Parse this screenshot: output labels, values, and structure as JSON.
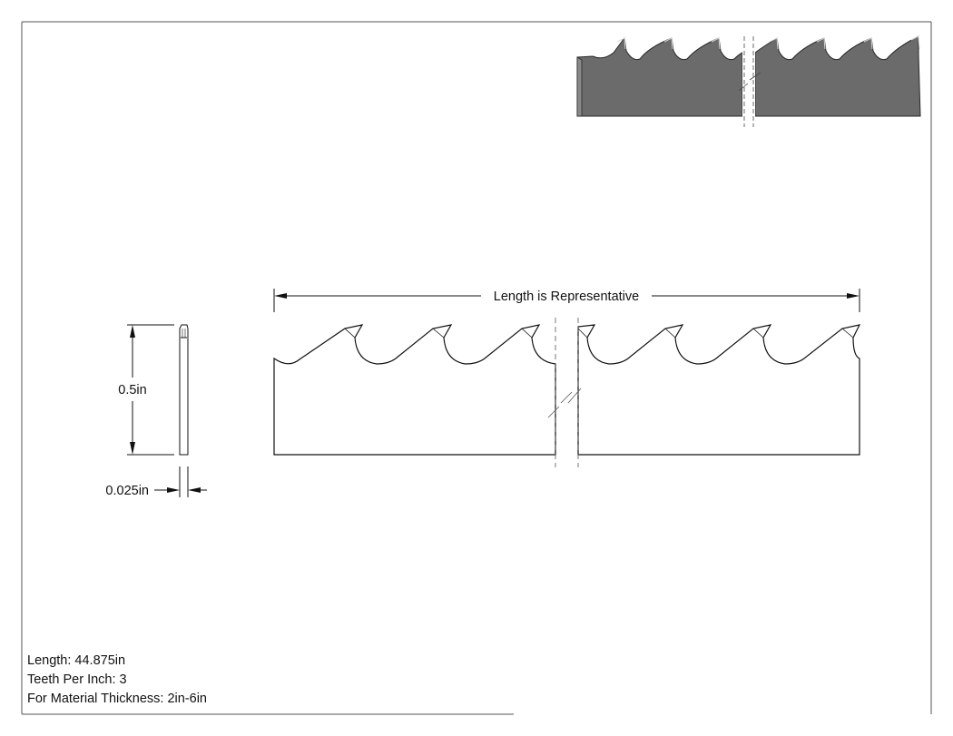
{
  "drawing": {
    "length_note": "Length is Representative",
    "height_dim": "0.5in",
    "thickness_dim": "0.025in"
  },
  "specs": {
    "length": "Length: 44.875in",
    "teeth_per_inch": "Teeth Per Inch: 3",
    "material_thickness": "For Material Thickness: 2in-6in"
  },
  "colors": {
    "line": "#111111",
    "blade_fill": "#6b6b6b",
    "blade_edge": "#2a2a2a",
    "border": "#555555"
  }
}
